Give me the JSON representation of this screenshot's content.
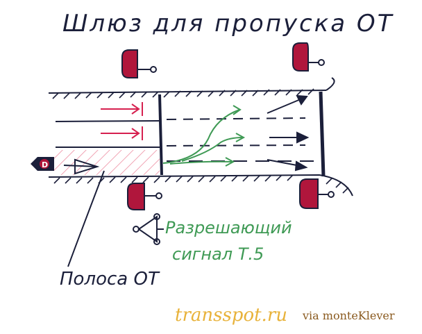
{
  "title": "Шлюз для пропуска ОТ",
  "label_lane": "Полоса ОТ",
  "label_signal_line1": "Разрешающий",
  "label_signal_line2": "сигнал Т.5",
  "bus_stop_badge": "D",
  "watermark_site": "transspot.ru",
  "watermark_credit": "via monteKlever",
  "colors": {
    "ink": "#1b1f3a",
    "signal_red": "#b0163c",
    "arrow_red": "#d6204f",
    "green": "#3f9a55",
    "hatch": "#f1a3b3",
    "brand": "#e8b23a"
  }
}
